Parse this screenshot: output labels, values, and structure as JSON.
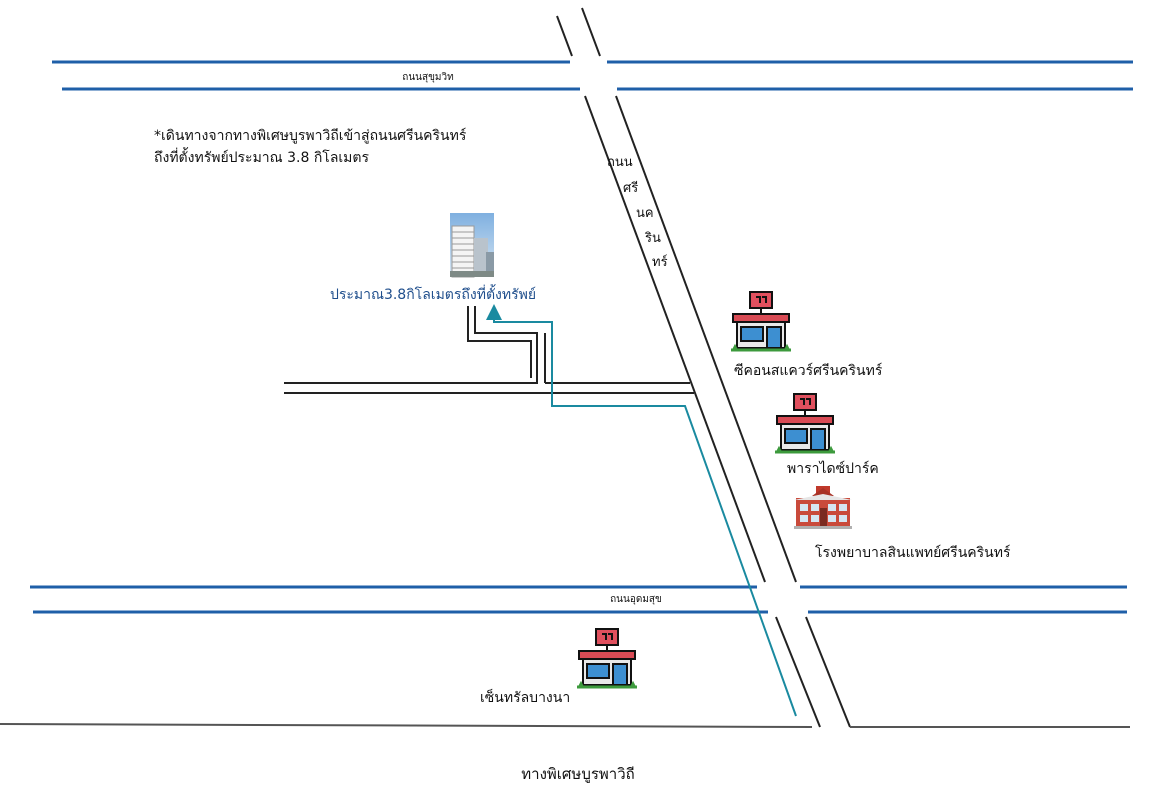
{
  "roads": {
    "sukhumvit": "ถนนสุขุมวิท",
    "udomsuk": "ถนนอุดมสุข",
    "srinakarin_lines": [
      "ถนน",
      "ศรี",
      "นค",
      "ริน",
      "ทร์"
    ],
    "bangna_trat": "ทางพิเศษบูรพาวิถี"
  },
  "note": {
    "line1": "*เดินทางจากทางพิเศษบูรพาวิถีเข้าสู่ถนนศรีนครินทร์",
    "line2": "ถึงที่ตั้งทรัพย์ประมาณ 3.8 กิโลเมตร"
  },
  "property": {
    "label": "ประมาณ3.8กิโลเมตรถึงที่ตั้งทรัพย์"
  },
  "landmarks": {
    "seacon": "ซีคอนสแควร์ศรีนครินทร์",
    "paradise": "พาราไดซ์ปาร์ค",
    "hospital": "โรงพยาบาลสินแพทย์ศรีนครินทร์",
    "central": "เซ็นทรัลบางนา"
  },
  "colors": {
    "road_blue": "#1f5fa8",
    "route": "#1a8aa0",
    "road_black": "#222222",
    "property_label": "#1f4e8c",
    "mall_sign": "#e0505e",
    "mall_roof": "#d94b55",
    "hospital": "#c0392b"
  },
  "icons": {
    "mall": "shopping-mall-icon",
    "hospital": "hospital-icon",
    "property": "property-photo-icon"
  }
}
